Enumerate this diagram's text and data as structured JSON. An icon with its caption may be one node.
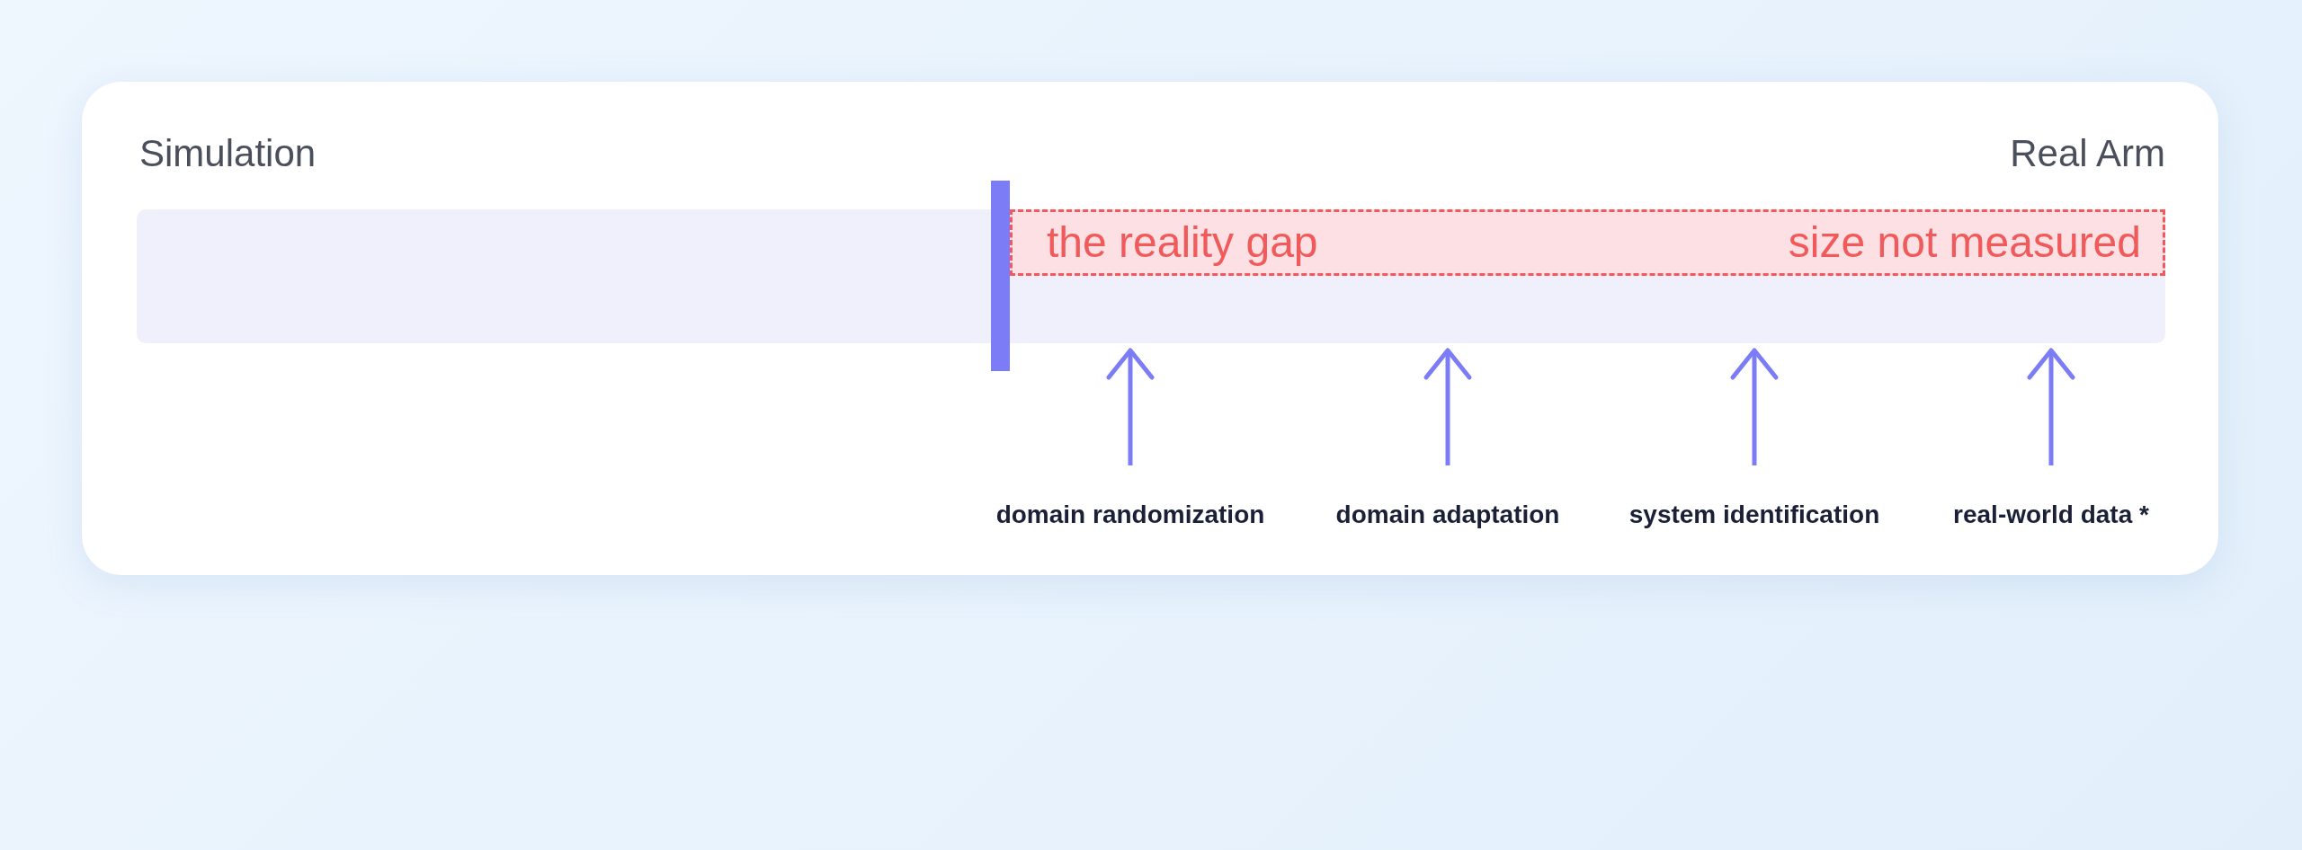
{
  "diagram": {
    "nodes": [
      {
        "text": [],
        "shape": "bar"
      },
      {
        "text": [
          "the reality gap",
          "size not measured"
        ],
        "in": 0
      },
      {
        "text": [
          "domain randomization"
        ]
      },
      {
        "text": [
          "domain adaptation"
        ]
      },
      {
        "text": [
          "system identification"
        ]
      },
      {
        "text": [
          "real-world data *"
        ]
      }
    ],
    "edges": [
      {
        "from": 2,
        "to": 0,
        "arrow": "to"
      },
      {
        "from": 3,
        "to": 0,
        "arrow": "to"
      },
      {
        "from": 4,
        "to": 0,
        "arrow": "to"
      },
      {
        "from": 5,
        "to": 0,
        "arrow": "to"
      }
    ],
    "labels": [
      "Simulation",
      "Real Arm"
    ]
  }
}
